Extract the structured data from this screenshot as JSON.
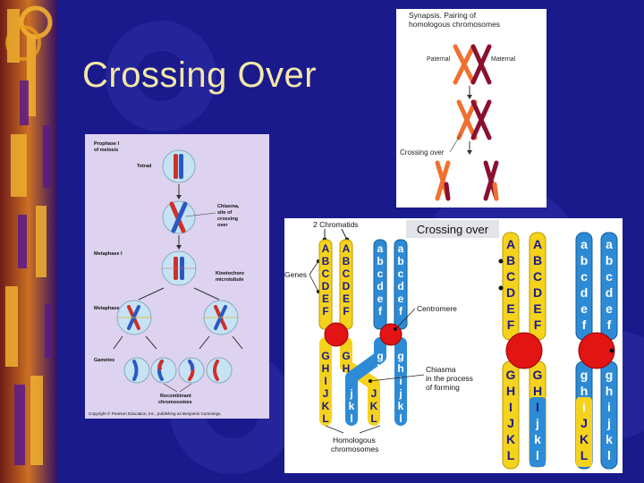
{
  "slide": {
    "title": "Crossing Over",
    "colors": {
      "background": "#1a1a8c",
      "title": "#f4e7a8",
      "accent": "#e8a020"
    }
  },
  "meiosis_panel": {
    "labels": {
      "prophase_i": "Prophase I",
      "of_meiosis": "of meiosis",
      "tetrad": "Tetrad",
      "chiasma_1": "Chiasma,",
      "chiasma_2": "site of",
      "chiasma_3": "crossing",
      "chiasma_4": "over",
      "metaphase_i": "Metaphase I",
      "kinetochore_1": "Kinetochore",
      "kinetochore_2": "microtubule",
      "metaphase_ii": "Metaphase II",
      "gametes": "Gametes",
      "recombinant_1": "Recombinant",
      "recombinant_2": "chromosomes",
      "copyright": "Copyright © Pearson Education, Inc., publishing as Benjamin Cummings."
    }
  },
  "synapsis_panel": {
    "title_line1": "Synapsis. Pairing of",
    "title_line2": "homologous chromosomes",
    "paternal": "Paternal",
    "maternal": "Maternal",
    "crossing_over": "Crossing over"
  },
  "crossing_panel": {
    "title": "Crossing over",
    "labels": {
      "chromatids": "2 Chromatids",
      "genes": "Genes",
      "centromere": "Centromere",
      "chiasma_1": "Chiasma",
      "chiasma_2": "in the process",
      "chiasma_3": "of forming",
      "homologous_1": "Homologous",
      "homologous_2": "chromosomes"
    },
    "genes_upper": [
      "A",
      "B",
      "C",
      "D",
      "E",
      "F"
    ],
    "genes_lower_upper_case": [
      "G",
      "H",
      "I",
      "J",
      "K",
      "L"
    ],
    "genes_lower_case_top": [
      "a",
      "b",
      "c",
      "d",
      "e",
      "f"
    ],
    "genes_lower_case_bottom": [
      "g",
      "h",
      "i",
      "j",
      "k",
      "l"
    ]
  }
}
